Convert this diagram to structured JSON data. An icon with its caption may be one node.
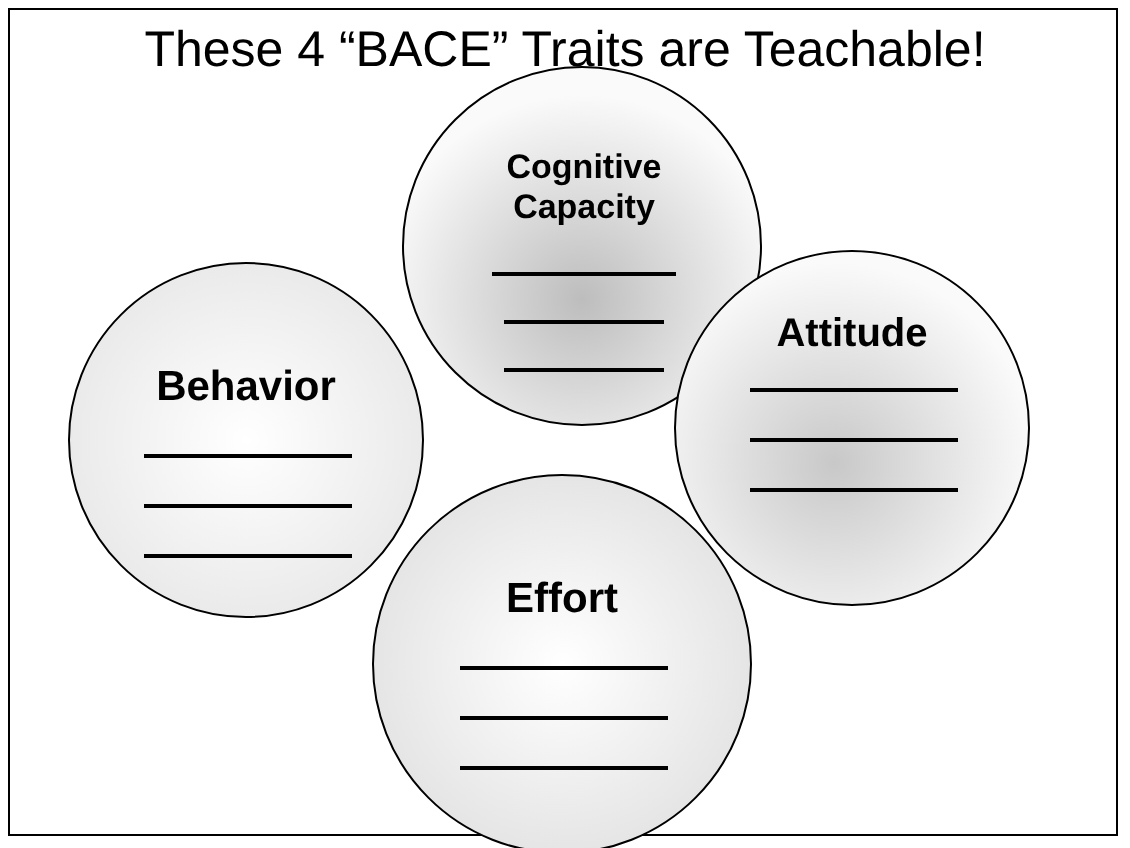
{
  "diagram": {
    "title": "These 4 “BACE” Traits are Teachable!",
    "nodes": [
      {
        "text": [
          "Cognitive Capacity"
        ]
      },
      {
        "text": [
          "Behavior"
        ]
      },
      {
        "text": [
          "Effort"
        ]
      },
      {
        "text": [
          "Attitude"
        ]
      }
    ]
  }
}
